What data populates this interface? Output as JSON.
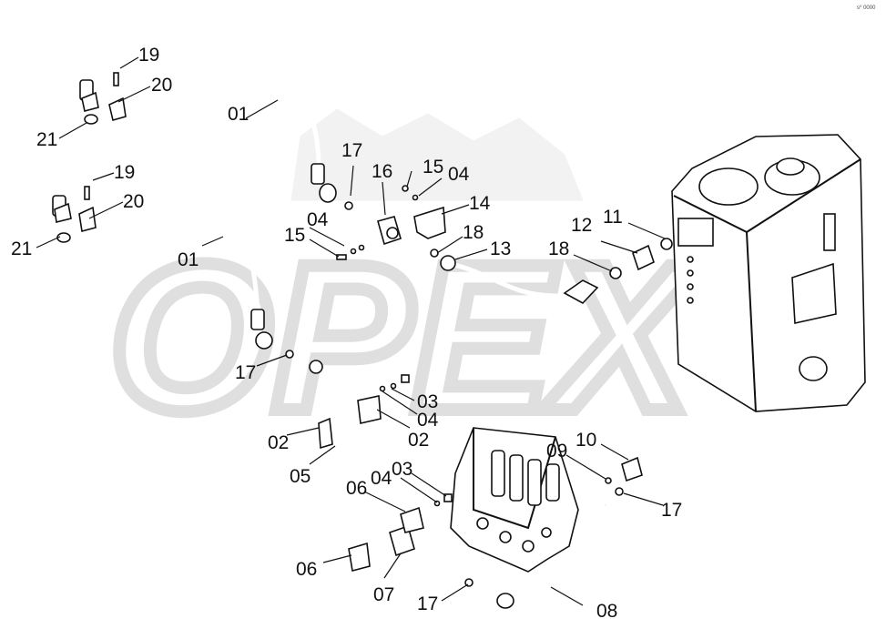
{
  "corner_mark": "s⁰ 0000",
  "watermark": {
    "text": "OPEX",
    "color": "#dcdcdc"
  },
  "labels": {
    "l01a": "01",
    "l01b": "01",
    "l02a": "02",
    "l02b": "02",
    "l03a": "03",
    "l03b": "03",
    "l04a": "04",
    "l04b": "04",
    "l04c": "04",
    "l04d": "04",
    "l05": "05",
    "l06a": "06",
    "l06b": "06",
    "l07": "07",
    "l08": "08",
    "l09": "09",
    "l10": "10",
    "l11": "11",
    "l12": "12",
    "l13": "13",
    "l14": "14",
    "l15a": "15",
    "l15b": "15",
    "l16": "16",
    "l17a": "17",
    "l17b": "17",
    "l17c": "17",
    "l17d": "17",
    "l18a": "18",
    "l18b": "18",
    "l19a": "19",
    "l19b": "19",
    "l20a": "20",
    "l20b": "20",
    "l21a": "21",
    "l21b": "21"
  }
}
